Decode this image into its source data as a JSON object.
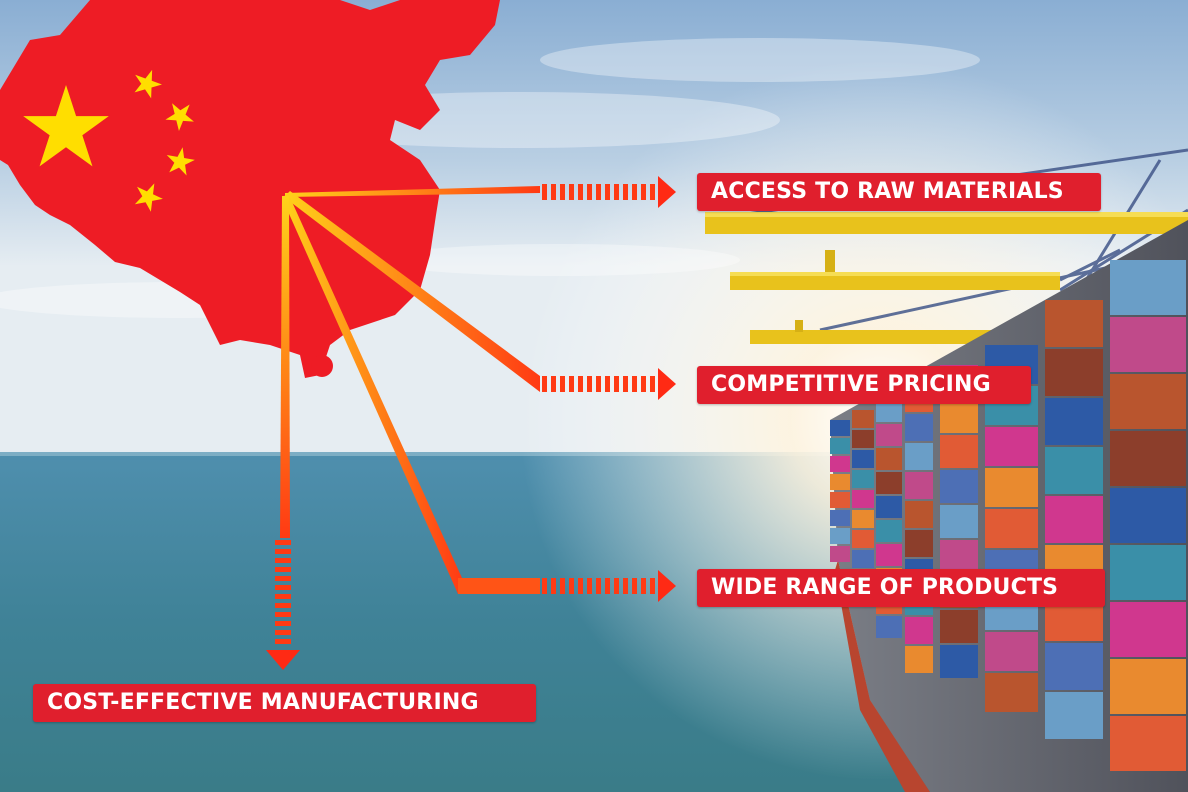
{
  "labels": {
    "raw_materials": "ACCESS TO RAW MATERIALS",
    "pricing": "COMPETITIVE PRICING",
    "range": "WIDE RANGE OF PRODUCTS",
    "cost": "COST-EFFECTIVE MANUFACTURING"
  },
  "colors": {
    "label_bg": "#e01f2d",
    "map_red": "#ee1c25",
    "star_yellow": "#ffde00",
    "arrow_start": "#ffd21a",
    "arrow_end": "#ff3a14"
  },
  "icons": {
    "map": "china-map-icon",
    "arrow": "arrow-right-icon"
  }
}
